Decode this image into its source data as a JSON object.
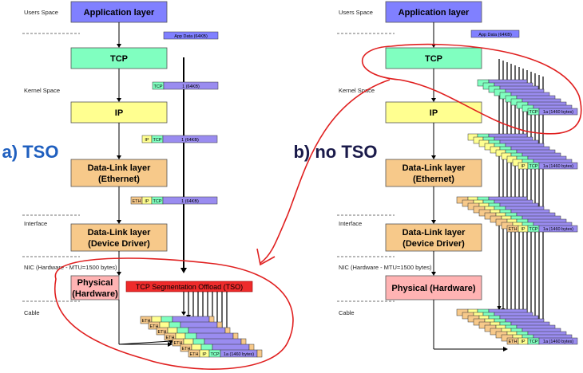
{
  "left": {
    "caption": "a) TSO",
    "layers": {
      "app": "Application layer",
      "tcp": "TCP",
      "ip": "IP",
      "eth": [
        "Data-Link layer",
        "(Ethernet)"
      ],
      "drv": [
        "Data-Link layer",
        "(Device Driver)"
      ],
      "phy": [
        "Physical",
        "(Hardware)"
      ]
    },
    "tso_label": "TCP Segmentation Offload (TSO)",
    "packets": {
      "app": "App Data (64KB)",
      "tcp": "1 (64KB)",
      "ip": "1 (64KB)",
      "eth": "1 (64KB)",
      "cable": "1a (1460 bytes)"
    }
  },
  "right": {
    "caption": "b) no TSO",
    "layers": {
      "app": "Application layer",
      "tcp": "TCP",
      "ip": "IP",
      "eth": [
        "Data-Link layer",
        "(Ethernet)"
      ],
      "drv": [
        "Data-Link layer",
        "(Device Driver)"
      ],
      "phy": [
        "Physical (Hardware)"
      ]
    },
    "packets": {
      "app": "App Data (64KB)",
      "seg": "1a (1460 bytes)"
    }
  },
  "side_labels": [
    "Users Space",
    "Kernel Space",
    "Interface",
    "NIC (Hardware - MTU=1500 bytes)",
    "Cable"
  ],
  "header_labels": {
    "tcp": "TCP",
    "ip": "IP",
    "eth": "ETH"
  },
  "colors": {
    "app": "#8080ff",
    "tcp": "#80ffc0",
    "ip": "#ffff90",
    "dl": "#f7c98a",
    "phy": "#ffb3b3",
    "payload": "#9a8cf0",
    "eth_hdr": "#f7c98a",
    "tso": "#ee2b2b",
    "annot": "#e02020",
    "caption": "#1f5fbf"
  }
}
